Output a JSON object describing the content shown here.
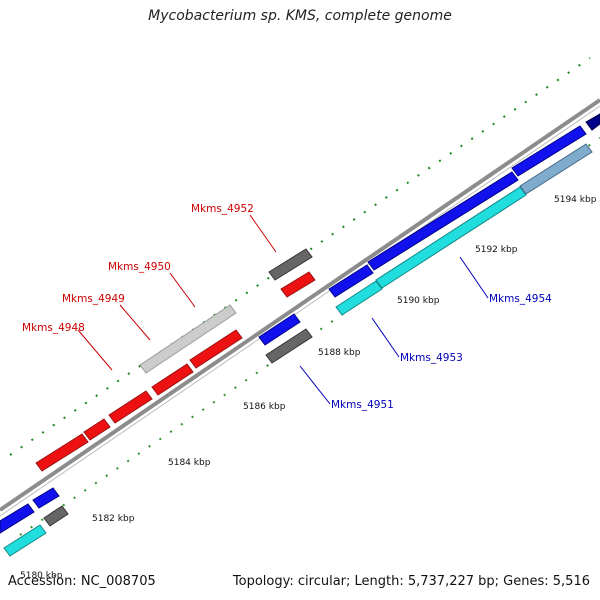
{
  "title": "Mycobacterium sp. KMS, complete genome",
  "footer": {
    "accession": "Accession: NC_008705",
    "summary": "Topology: circular; Length: 5,737,227 bp; Genes: 5,516"
  },
  "colors": {
    "backbone": "#8c8c8c",
    "tick_major": "#1a8a1a",
    "tick_minor": "#1a8a1a",
    "label_red": "#cc0000",
    "label_blue": "#0000bb",
    "gene_red": "#ee1111",
    "gene_blue": "#1111ee",
    "gene_cyan": "#22dddd",
    "gene_gray": "#666666",
    "gene_lightgray": "#cccccc"
  },
  "ticks": [
    "5180 kbp",
    "5182 kbp",
    "5184 kbp",
    "5186 kbp",
    "5188 kbp",
    "5190 kbp",
    "5192 kbp",
    "5194 kbp"
  ],
  "labels": {
    "red": [
      "Mkms_4952",
      "Mkms_4950",
      "Mkms_4949",
      "Mkms_4948"
    ],
    "blue": [
      "Mkms_4954",
      "Mkms_4953",
      "Mkms_4951"
    ]
  }
}
